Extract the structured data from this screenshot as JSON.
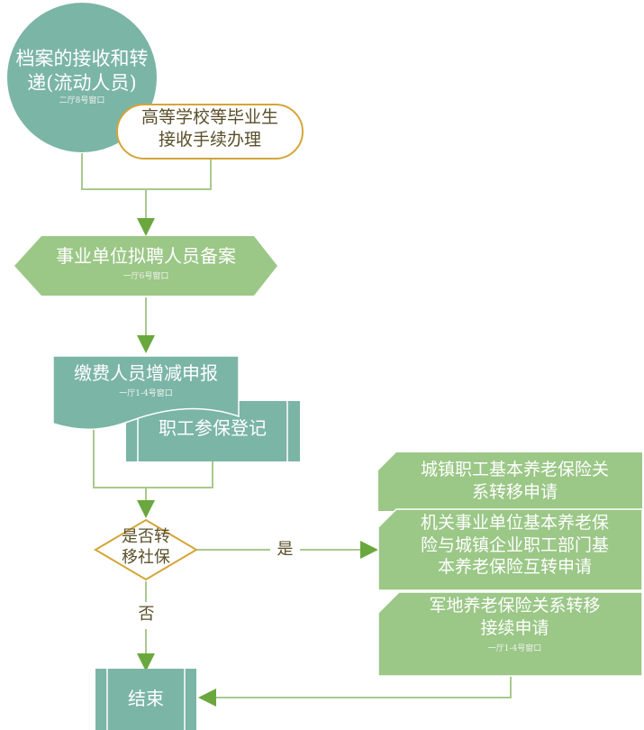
{
  "colors": {
    "teal": "#7bb5a6",
    "green": "#9bc787",
    "gold": "#d4a536",
    "connector": "#a9c98e",
    "arrow": "#6aa83e"
  },
  "nodes": {
    "archive": {
      "title_line1": "档案的接收和转",
      "title_line2": "递(流动人员)",
      "window": "二厅8号窗口"
    },
    "graduates": {
      "line1": "高等学校等毕业生",
      "line2": "接收手续办理"
    },
    "public_institution": {
      "title": "事业单位拟聘人员备案",
      "window": "一厅6号窗口"
    },
    "payment": {
      "title": "缴费人员增减申报",
      "window": "一厅1-4号窗口"
    },
    "registration": {
      "title": "职工参保登记"
    },
    "decision": {
      "line1": "是否转",
      "line2": "移社保"
    },
    "transfer1": {
      "line1": "城镇职工基本养老保险关",
      "line2": "系转移申请"
    },
    "transfer2": {
      "line1": "机关事业单位基本养老保",
      "line2": "险与城镇企业职工部门基",
      "line3": "本养老保险互转申请"
    },
    "transfer3": {
      "line1": "军地养老保险关系转移",
      "line2": "接续申请",
      "window": "一厅1-4号窗口"
    },
    "end": {
      "title": "结束"
    }
  },
  "edges": {
    "yes_label": "是",
    "no_label": "否"
  }
}
